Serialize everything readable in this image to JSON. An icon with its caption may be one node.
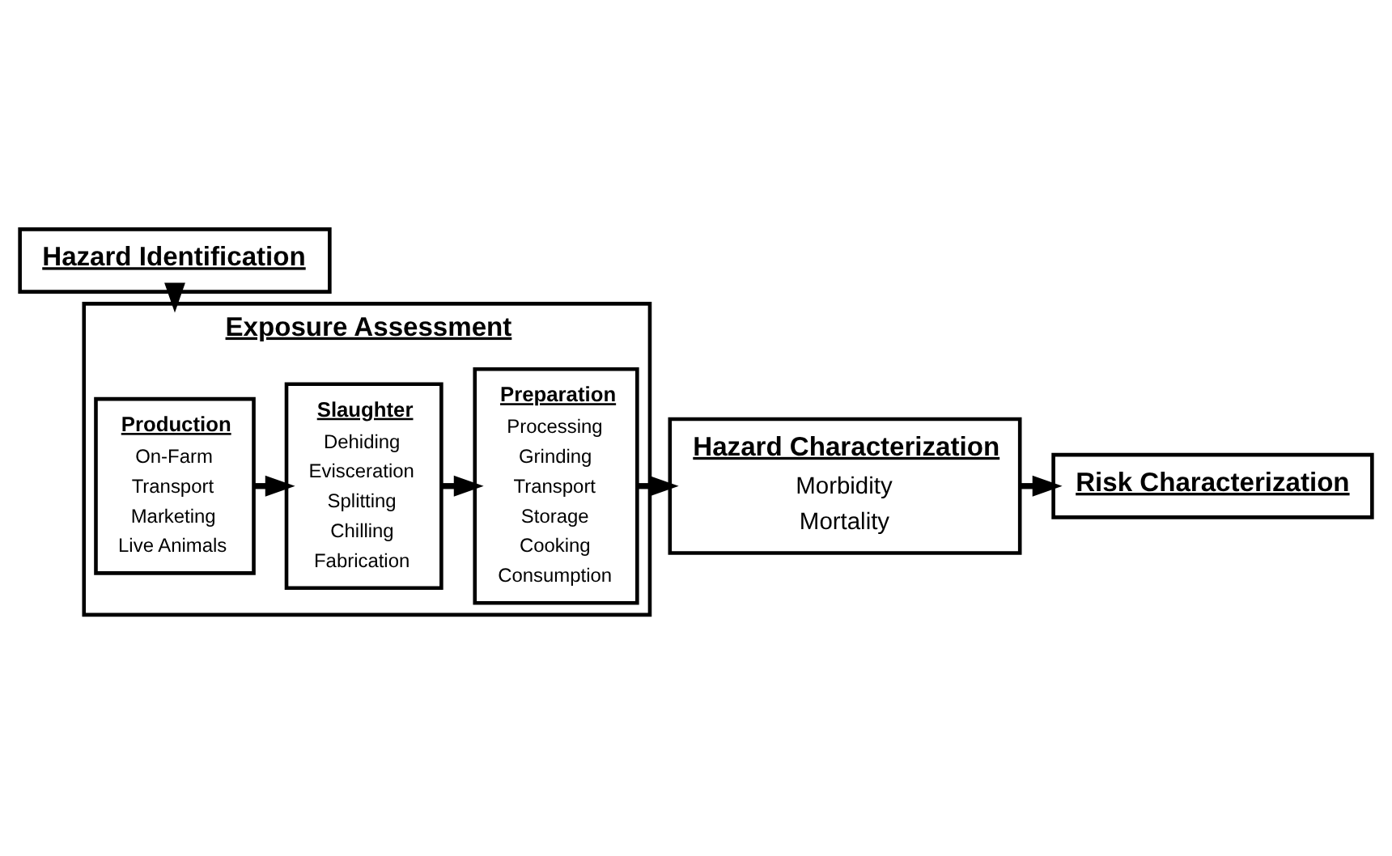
{
  "diagram": {
    "nodes": [
      {
        "text": [
          "Hazard Identification"
        ]
      },
      {
        "text": [
          "Exposure Assessment"
        ]
      },
      {
        "text": [
          "Production",
          "On-Farm",
          "Transport",
          "Marketing",
          "Live Animals"
        ],
        "in": 1
      },
      {
        "text": [
          "Slaughter",
          "Dehiding",
          "Evisceration",
          "Splitting",
          "Chilling",
          "Fabrication"
        ],
        "in": 1
      },
      {
        "text": [
          "Preparation",
          "Processing",
          "Grinding",
          "Transport",
          "Storage",
          "Cooking",
          "Consumption"
        ],
        "in": 1
      },
      {
        "text": [
          "Hazard Characterization",
          "Morbidity",
          "Mortality"
        ]
      },
      {
        "text": [
          "Risk Characterization"
        ]
      }
    ],
    "edges": [
      {
        "from": 0,
        "to": 1,
        "arrow": "to"
      },
      {
        "from": 2,
        "to": 3,
        "arrow": "to"
      },
      {
        "from": 3,
        "to": 4,
        "arrow": "to"
      },
      {
        "from": 4,
        "to": 5,
        "arrow": "to"
      },
      {
        "from": 5,
        "to": 6,
        "arrow": "to"
      }
    ]
  }
}
